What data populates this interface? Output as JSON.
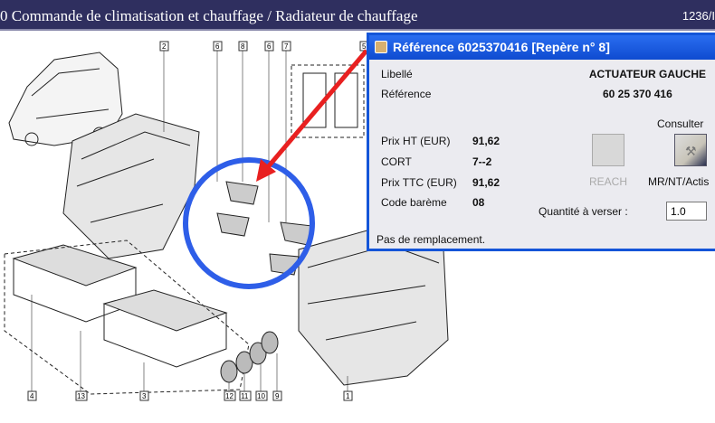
{
  "header": {
    "title": "0 Commande de climatisation et chauffage / Radiateur de chauffage",
    "page": "1236/I"
  },
  "diagram": {
    "callouts": [
      "2",
      "6",
      "8",
      "6",
      "7",
      "5",
      "4",
      "13",
      "3",
      "12",
      "11",
      "10",
      "9",
      "1"
    ],
    "highlight_color": "#2e5ee8",
    "arrow_color": "#e82020"
  },
  "dialog": {
    "title": "Référence 6025370416 [Repère n° 8]",
    "libelle_label": "Libellé",
    "libelle_value": "ACTUATEUR GAUCHE",
    "reference_label": "Référence",
    "reference_value": "60 25 370 416",
    "prix_ht_label": "Prix HT (EUR)",
    "prix_ht_value": "91,62",
    "cort_label": "CORT",
    "cort_value": "7--2",
    "prix_ttc_label": "Prix TTC (EUR)",
    "prix_ttc_value": "91,62",
    "code_bareme_label": "Code barème",
    "code_bareme_value": "08",
    "consulter_label": "Consulter",
    "reach_label": "REACH",
    "mr_label": "MR/NT/Actis",
    "quantite_label": "Quantité à verser :",
    "quantite_value": "1.0",
    "status": "Pas de remplacement."
  }
}
